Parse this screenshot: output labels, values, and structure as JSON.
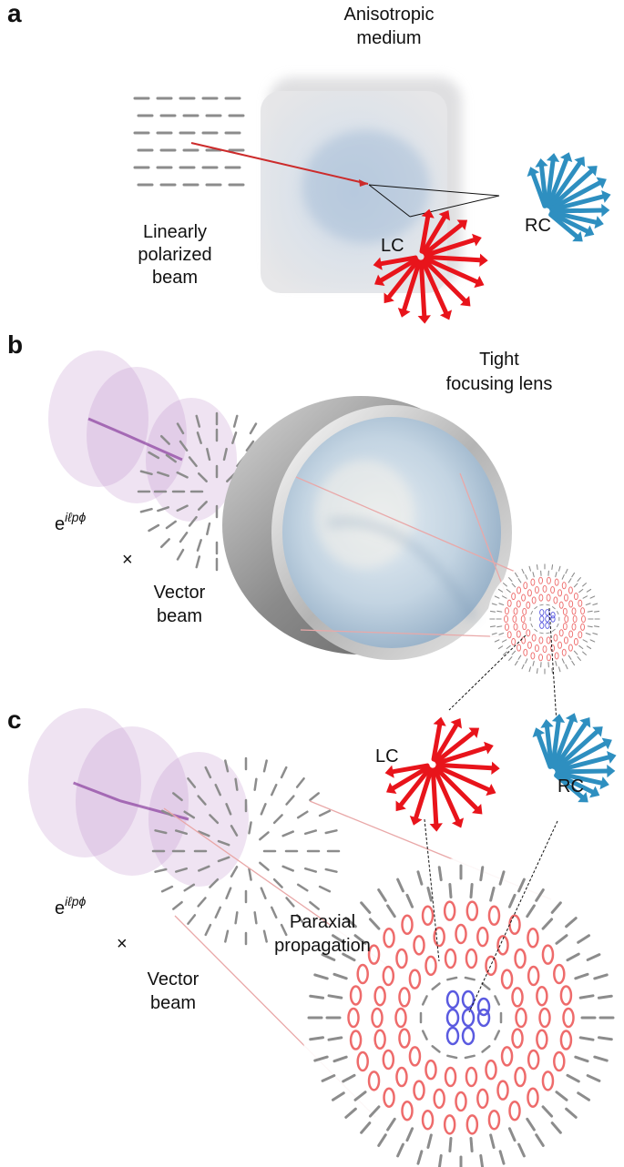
{
  "panels": {
    "a": {
      "label": "a",
      "medium_line1": "Anisotropic",
      "medium_line2": "medium",
      "beam_line1": "Linearly",
      "beam_line2": "polarized",
      "beam_line3": "beam",
      "lc": "LC",
      "rc": "RC"
    },
    "b": {
      "label": "b",
      "lens_line1": "Tight",
      "lens_line2": "focusing lens",
      "phase_base": "e",
      "phase_exp": "iℓpϕ",
      "times": "×",
      "vector_line1": "Vector",
      "vector_line2": "beam"
    },
    "c": {
      "label": "c",
      "lc": "LC",
      "rc": "RC",
      "phase_base": "e",
      "phase_exp": "iℓpϕ",
      "times": "×",
      "paraxial_line1": "Paraxial",
      "paraxial_line2": "propagation",
      "vector_line1": "Vector",
      "vector_line2": "beam"
    }
  },
  "colors": {
    "lc_arrow": "#e8141b",
    "rc_arrow": "#2e8fc0",
    "beam_line": "#cc2b2b",
    "guide_line": "#e9a8a8",
    "ellipse_red": "#ee6b6b",
    "ellipse_blue": "#5a5ae0",
    "dash_gray": "#8c8c8c",
    "wave_purple": "#b57fc4"
  }
}
